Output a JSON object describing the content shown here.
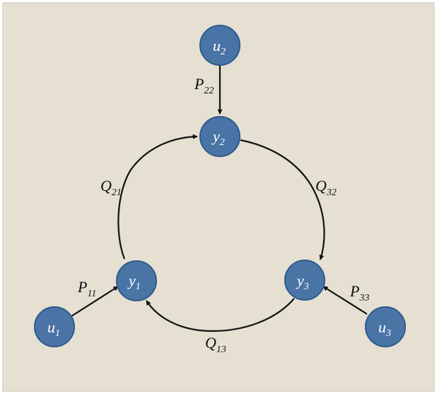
{
  "diagram": {
    "colors": {
      "background": "#e5e0d2",
      "node_fill": "#4a74a6",
      "node_stroke": "#2f5a8c",
      "edge": "#111111"
    },
    "nodes": [
      {
        "id": "u2",
        "letter": "u",
        "sub": "2"
      },
      {
        "id": "y2",
        "letter": "y",
        "sub": "2"
      },
      {
        "id": "y1",
        "letter": "y",
        "sub": "1"
      },
      {
        "id": "y3",
        "letter": "y",
        "sub": "3"
      },
      {
        "id": "u1",
        "letter": "u",
        "sub": "1"
      },
      {
        "id": "u3",
        "letter": "u",
        "sub": "3"
      }
    ],
    "edges": [
      {
        "id": "P22",
        "from": "u2",
        "to": "y2",
        "letter": "P",
        "sub": "22"
      },
      {
        "id": "Q21",
        "from": "y1",
        "to": "y2",
        "letter": "Q",
        "sub": "21"
      },
      {
        "id": "Q32",
        "from": "y2",
        "to": "y3",
        "letter": "Q",
        "sub": "32"
      },
      {
        "id": "Q13",
        "from": "y3",
        "to": "y1",
        "letter": "Q",
        "sub": "13"
      },
      {
        "id": "P11",
        "from": "u1",
        "to": "y1",
        "letter": "P",
        "sub": "11"
      },
      {
        "id": "P33",
        "from": "u3",
        "to": "y3",
        "letter": "P",
        "sub": "33"
      }
    ]
  }
}
